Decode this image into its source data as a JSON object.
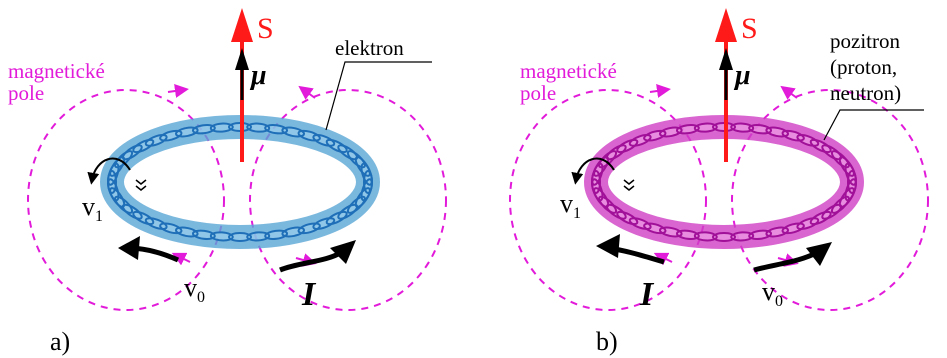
{
  "colors": {
    "field": "#e21ad9",
    "spin": "#ff1a1a",
    "black": "#000000",
    "electron_ring": "#5aa6d6",
    "electron_coil": "#1f6fb8",
    "positron_ring": "#cf3fc4",
    "positron_coil": "#a01098"
  },
  "panels": [
    {
      "id": "a",
      "caption": "a)",
      "field_label_1": "magnetické",
      "field_label_2": "pole",
      "spin_label": "S",
      "moment_label": "μ",
      "particle_lines": [
        "elektron"
      ],
      "v1_label": "v",
      "v1_sub": "1",
      "v0_label": "v",
      "v0_sub": "0",
      "current_label": "I"
    },
    {
      "id": "b",
      "caption": "b)",
      "field_label_1": "magnetické",
      "field_label_2": "pole",
      "spin_label": "S",
      "moment_label": "μ",
      "particle_lines": [
        "pozitron",
        "(proton,",
        "neutron)"
      ],
      "v1_label": "v",
      "v1_sub": "1",
      "v0_label": "v",
      "v0_sub": "0",
      "current_label": "I"
    }
  ]
}
